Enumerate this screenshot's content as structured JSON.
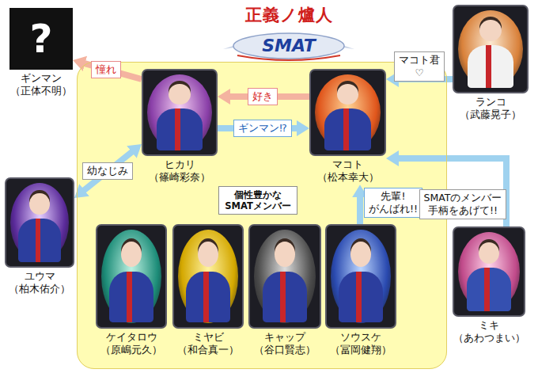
{
  "diagram": {
    "title": "正義ノ爐人",
    "nodes": [
      {
        "text": [
          "?",
          "ギンマン （正体不明）"
        ]
      },
      {
        "text": [
          "ランコ （武藤晃子）"
        ]
      },
      {
        "text": []
      },
      {
        "text": [
          "ヒカリ （篠崎彩奈）"
        ],
        "in": 2
      },
      {
        "text": [
          "マコト （松本幸大）"
        ],
        "in": 2
      },
      {
        "text": [
          "個性豊かな SMATメンバー"
        ],
        "in": 2
      },
      {
        "text": [
          "ケイタロウ （原嶋元久）"
        ],
        "in": 2
      },
      {
        "text": [
          "ミヤビ （和合真一）"
        ],
        "in": 2
      },
      {
        "text": [
          "キャップ （谷口賢志）"
        ],
        "in": 2
      },
      {
        "text": [
          "ソウスケ （冨岡健翔）"
        ],
        "in": 2
      },
      {
        "text": [
          "ユウマ （柏木佑介）"
        ]
      },
      {
        "text": [
          "ミキ （あわつまい）"
        ]
      }
    ],
    "edges": [
      {
        "from": 3,
        "to": 0,
        "label": "憧れ",
        "arrow": "to"
      },
      {
        "from": 4,
        "to": 3,
        "label": "好き",
        "arrow": "to"
      },
      {
        "from": 3,
        "to": 4,
        "label": "ギンマン⁉",
        "arrow": "to"
      },
      {
        "from": 10,
        "to": 3,
        "label": "幼なじみ",
        "arrow": "both"
      },
      {
        "from": 9,
        "to": 4,
        "label": "先輩! がんばれ!!",
        "arrow": "to"
      },
      {
        "from": 1,
        "to": 4,
        "label": "マコト君♡",
        "arrow": "to"
      },
      {
        "from": 11,
        "to": 4,
        "label": "SMATのメンバー 手柄をあげて!!",
        "arrow": "to"
      }
    ],
    "labels": [
      "SMAT"
    ]
  }
}
